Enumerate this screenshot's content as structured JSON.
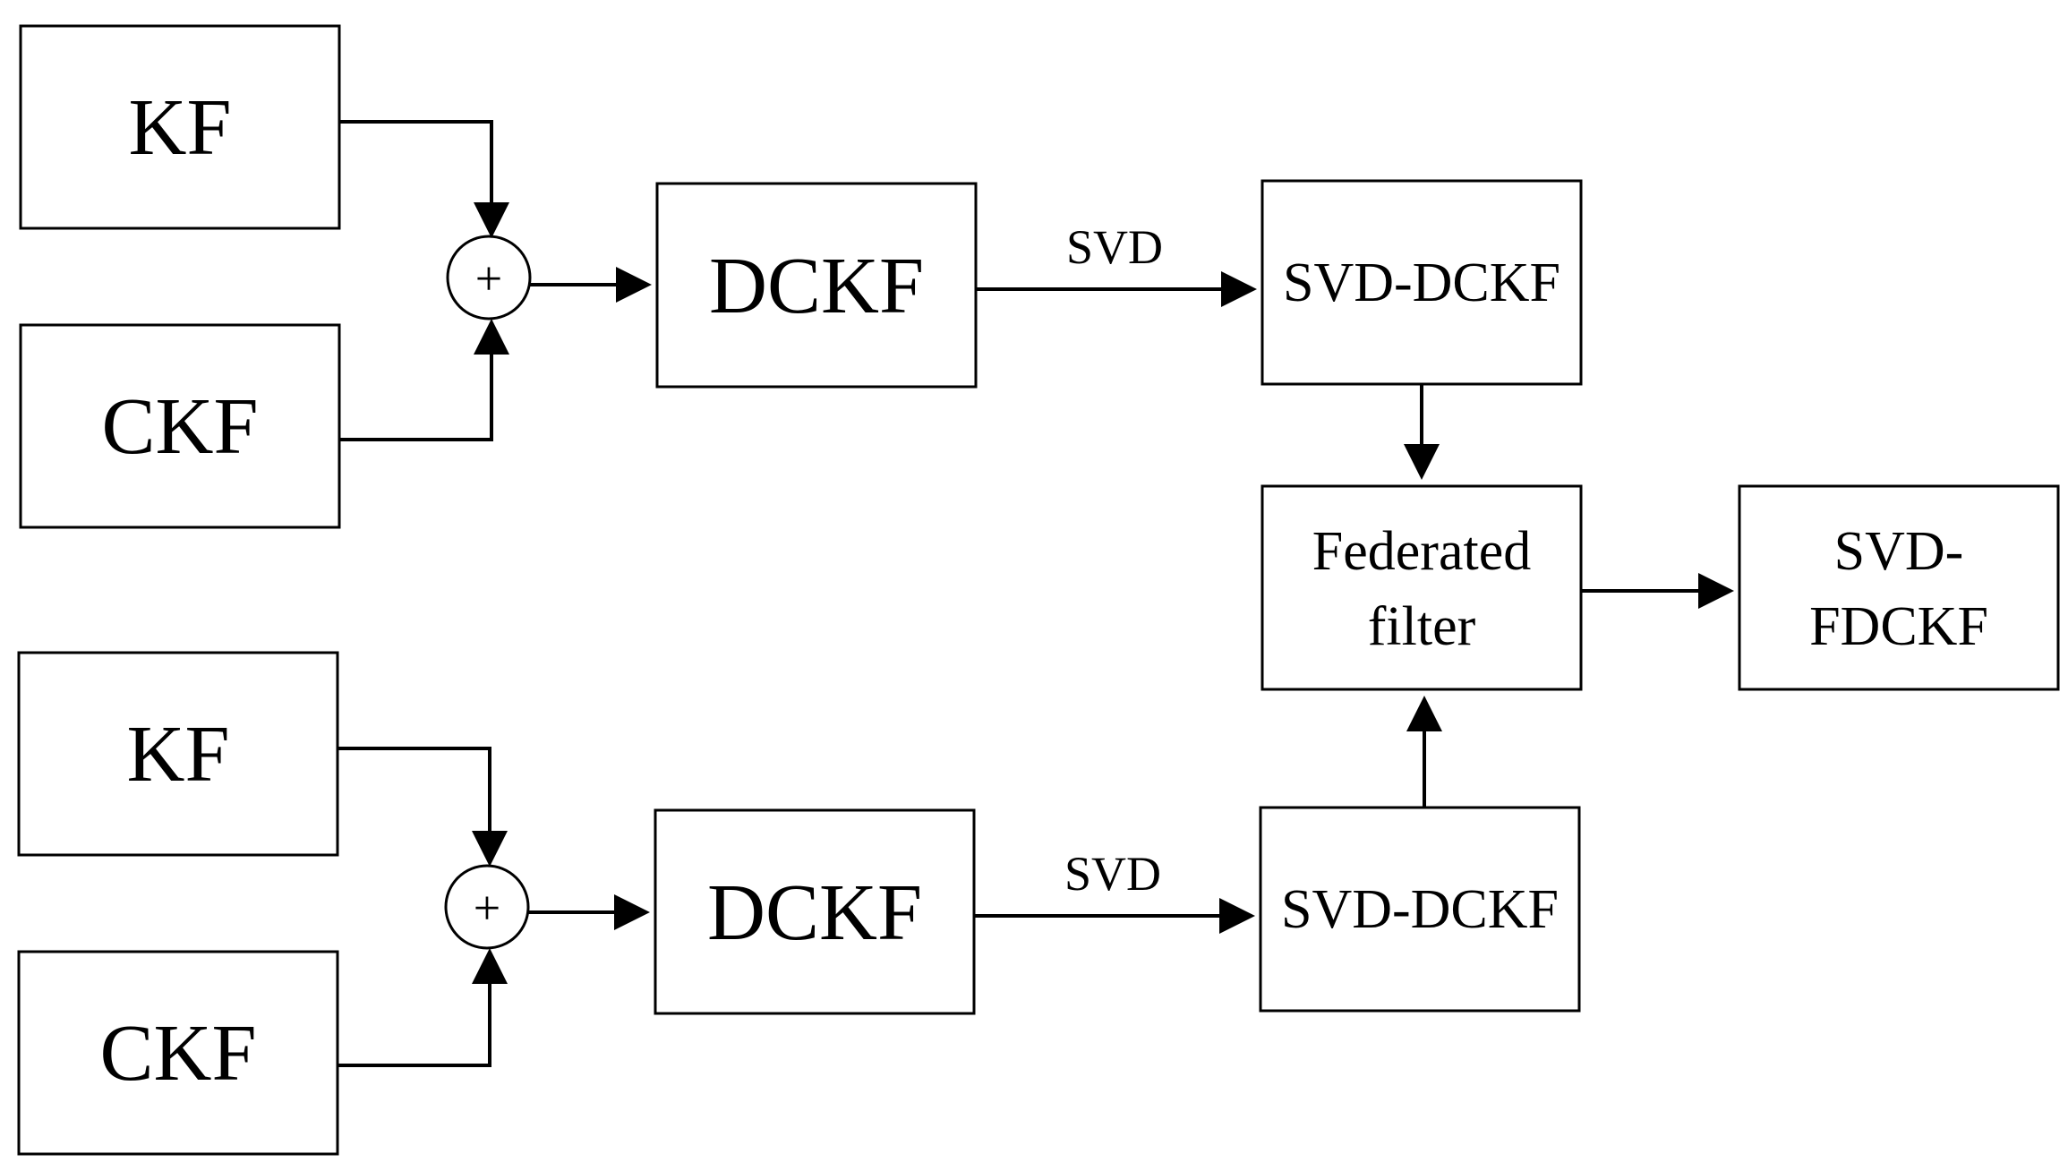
{
  "blocks": {
    "kf_top": "KF",
    "ckf_top": "CKF",
    "dckf_top": "DCKF",
    "svd_dckf_top": "SVD-DCKF",
    "kf_bottom": "KF",
    "ckf_bottom": "CKF",
    "dckf_bottom": "DCKF",
    "svd_dckf_bottom": "SVD-DCKF",
    "federated_line1": "Federated",
    "federated_line2": "filter",
    "output_line1": "SVD-",
    "output_line2": "FDCKF"
  },
  "edge_labels": {
    "svd_top": "SVD",
    "svd_bottom": "SVD"
  },
  "sum_symbol": "+"
}
